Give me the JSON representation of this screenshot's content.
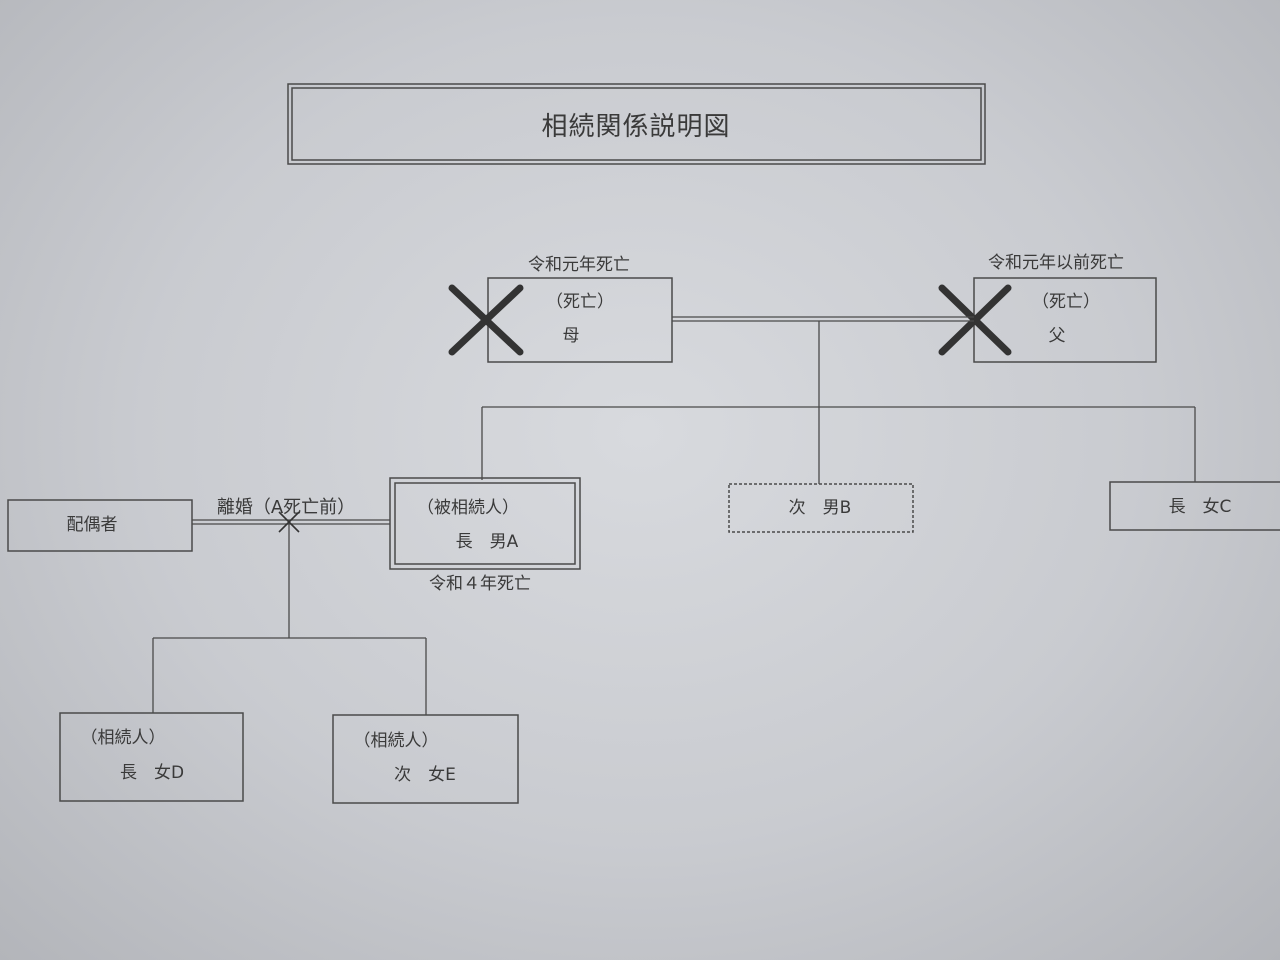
{
  "title": "相続関係説明図",
  "mother": {
    "status": "（死亡）",
    "name": "母",
    "note": "令和元年死亡"
  },
  "father": {
    "status": "（死亡）",
    "name": "父",
    "note": "令和元年以前死亡"
  },
  "decedent": {
    "role": "（被相続人）",
    "name": "長　男A",
    "note": "令和４年死亡"
  },
  "second_son": {
    "name": "次　男B"
  },
  "eldest_daughter": {
    "name": "長　女C"
  },
  "spouse": {
    "name": "配偶者",
    "relation": "離婚（A死亡前）"
  },
  "heir_d": {
    "role": "（相続人）",
    "name": "長　女D"
  },
  "heir_e": {
    "role": "（相続人）",
    "name": "次　女E"
  }
}
